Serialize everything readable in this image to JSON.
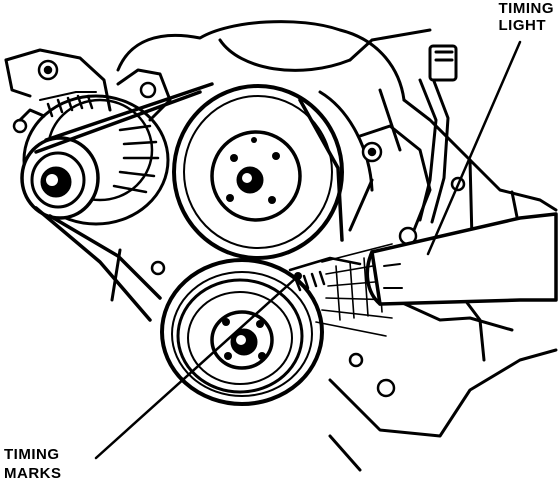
{
  "callouts": {
    "timing_light": {
      "line1": "TIMING",
      "line2": "LIGHT"
    },
    "timing_marks": {
      "line1": "TIMING",
      "line2": "MARKS"
    }
  }
}
